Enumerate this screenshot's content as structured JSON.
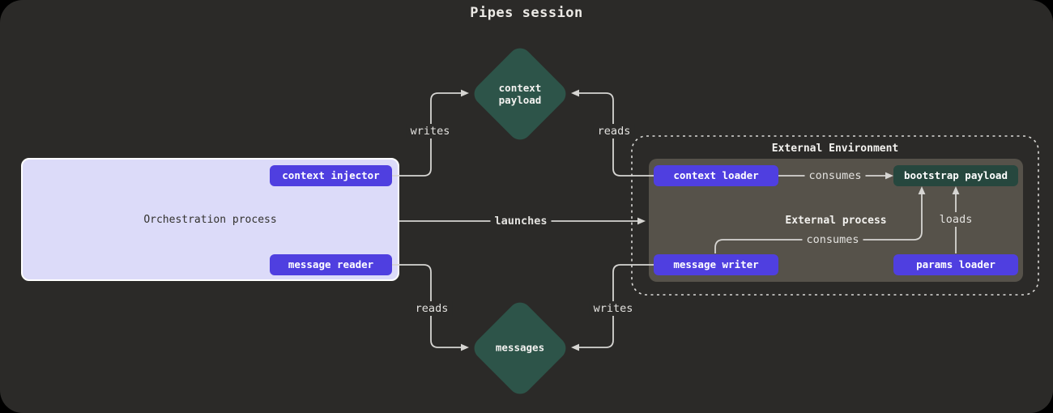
{
  "title": "Pipes session",
  "orchestration": {
    "label": "Orchestration process",
    "buttons": {
      "context_injector": "context injector",
      "message_reader": "message reader"
    }
  },
  "external_environment": {
    "label": "External Environment",
    "process": {
      "label": "External process",
      "buttons": {
        "context_loader": "context loader",
        "bootstrap_payload": "bootstrap payload",
        "message_writer": "message writer",
        "params_loader": "params loader"
      }
    }
  },
  "artifacts": {
    "context_payload": "context\npayload",
    "messages": "messages"
  },
  "edge_labels": {
    "writes_top": "writes",
    "reads_top": "reads",
    "launches": "launches",
    "reads_bottom": "reads",
    "writes_bottom": "writes",
    "consumes_top": "consumes",
    "consumes_bottom": "consumes",
    "loads": "loads"
  },
  "colors": {
    "panel_background": "#2b2a28",
    "accent_purple": "#4f3fe0",
    "artifact_green": "#2d5449",
    "payload_chip_green": "#26473e",
    "orchestration_fill": "#dcdbf9",
    "external_process_fill": "#56524a",
    "connector": "#d6d5d2"
  }
}
